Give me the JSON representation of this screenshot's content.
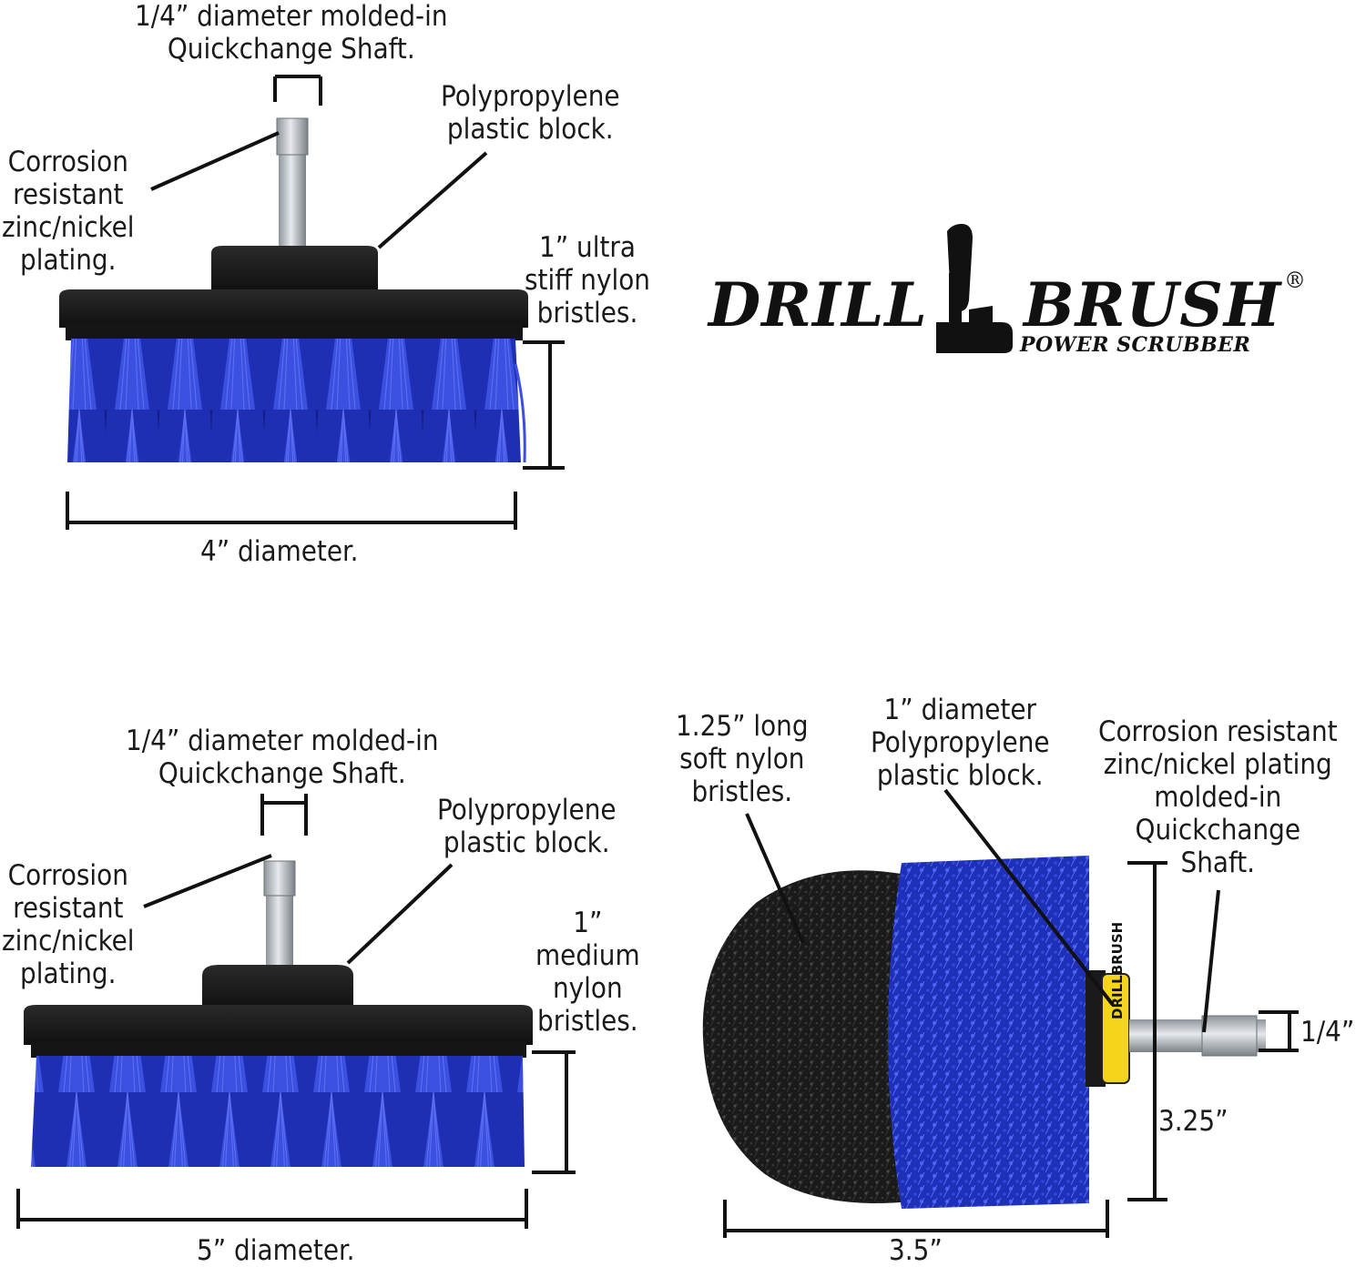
{
  "colors": {
    "bristle_blue": "#1f2fb4",
    "bristle_blue_light": "#3b4fe0",
    "block_black": "#1c1c1c",
    "shaft_steel": "#b9bec4",
    "label_yellow": "#f4d51c"
  },
  "brush_4in": {
    "shaft_label": [
      "1/4” diameter molded-in",
      "Quickchange Shaft."
    ],
    "block_label": [
      "Polypropylene",
      "plastic block."
    ],
    "plating_label": [
      "Corrosion",
      "resistant",
      "zinc/nickel",
      "plating."
    ],
    "bristle_label": [
      "1” ultra",
      "stiff nylon",
      "bristles."
    ],
    "diameter_label": "4” diameter."
  },
  "brush_5in": {
    "shaft_label": [
      "1/4” diameter molded-in",
      "Quickchange Shaft."
    ],
    "block_label": [
      "Polypropylene",
      "plastic block."
    ],
    "plating_label": [
      "Corrosion",
      "resistant",
      "zinc/nickel",
      "plating."
    ],
    "bristle_label": [
      "1”",
      "medium",
      "nylon",
      "bristles."
    ],
    "diameter_label": "5” diameter."
  },
  "brush_round": {
    "bristle_label": [
      "1.25” long",
      "soft nylon",
      "bristles."
    ],
    "block_label": [
      "1” diameter",
      "Polypropylene",
      "plastic block."
    ],
    "plating_label": [
      "Corrosion resistant",
      "zinc/nickel plating",
      "molded-in",
      "Quickchange",
      "Shaft."
    ],
    "height_label": "3.25”",
    "width_label": "3.5”",
    "shaft_label": "1/4”"
  },
  "logo": {
    "word1": "DRILL",
    "word2": "BRUSH",
    "tagline": "POWER SCRUBBER",
    "registered_mark": "®"
  }
}
